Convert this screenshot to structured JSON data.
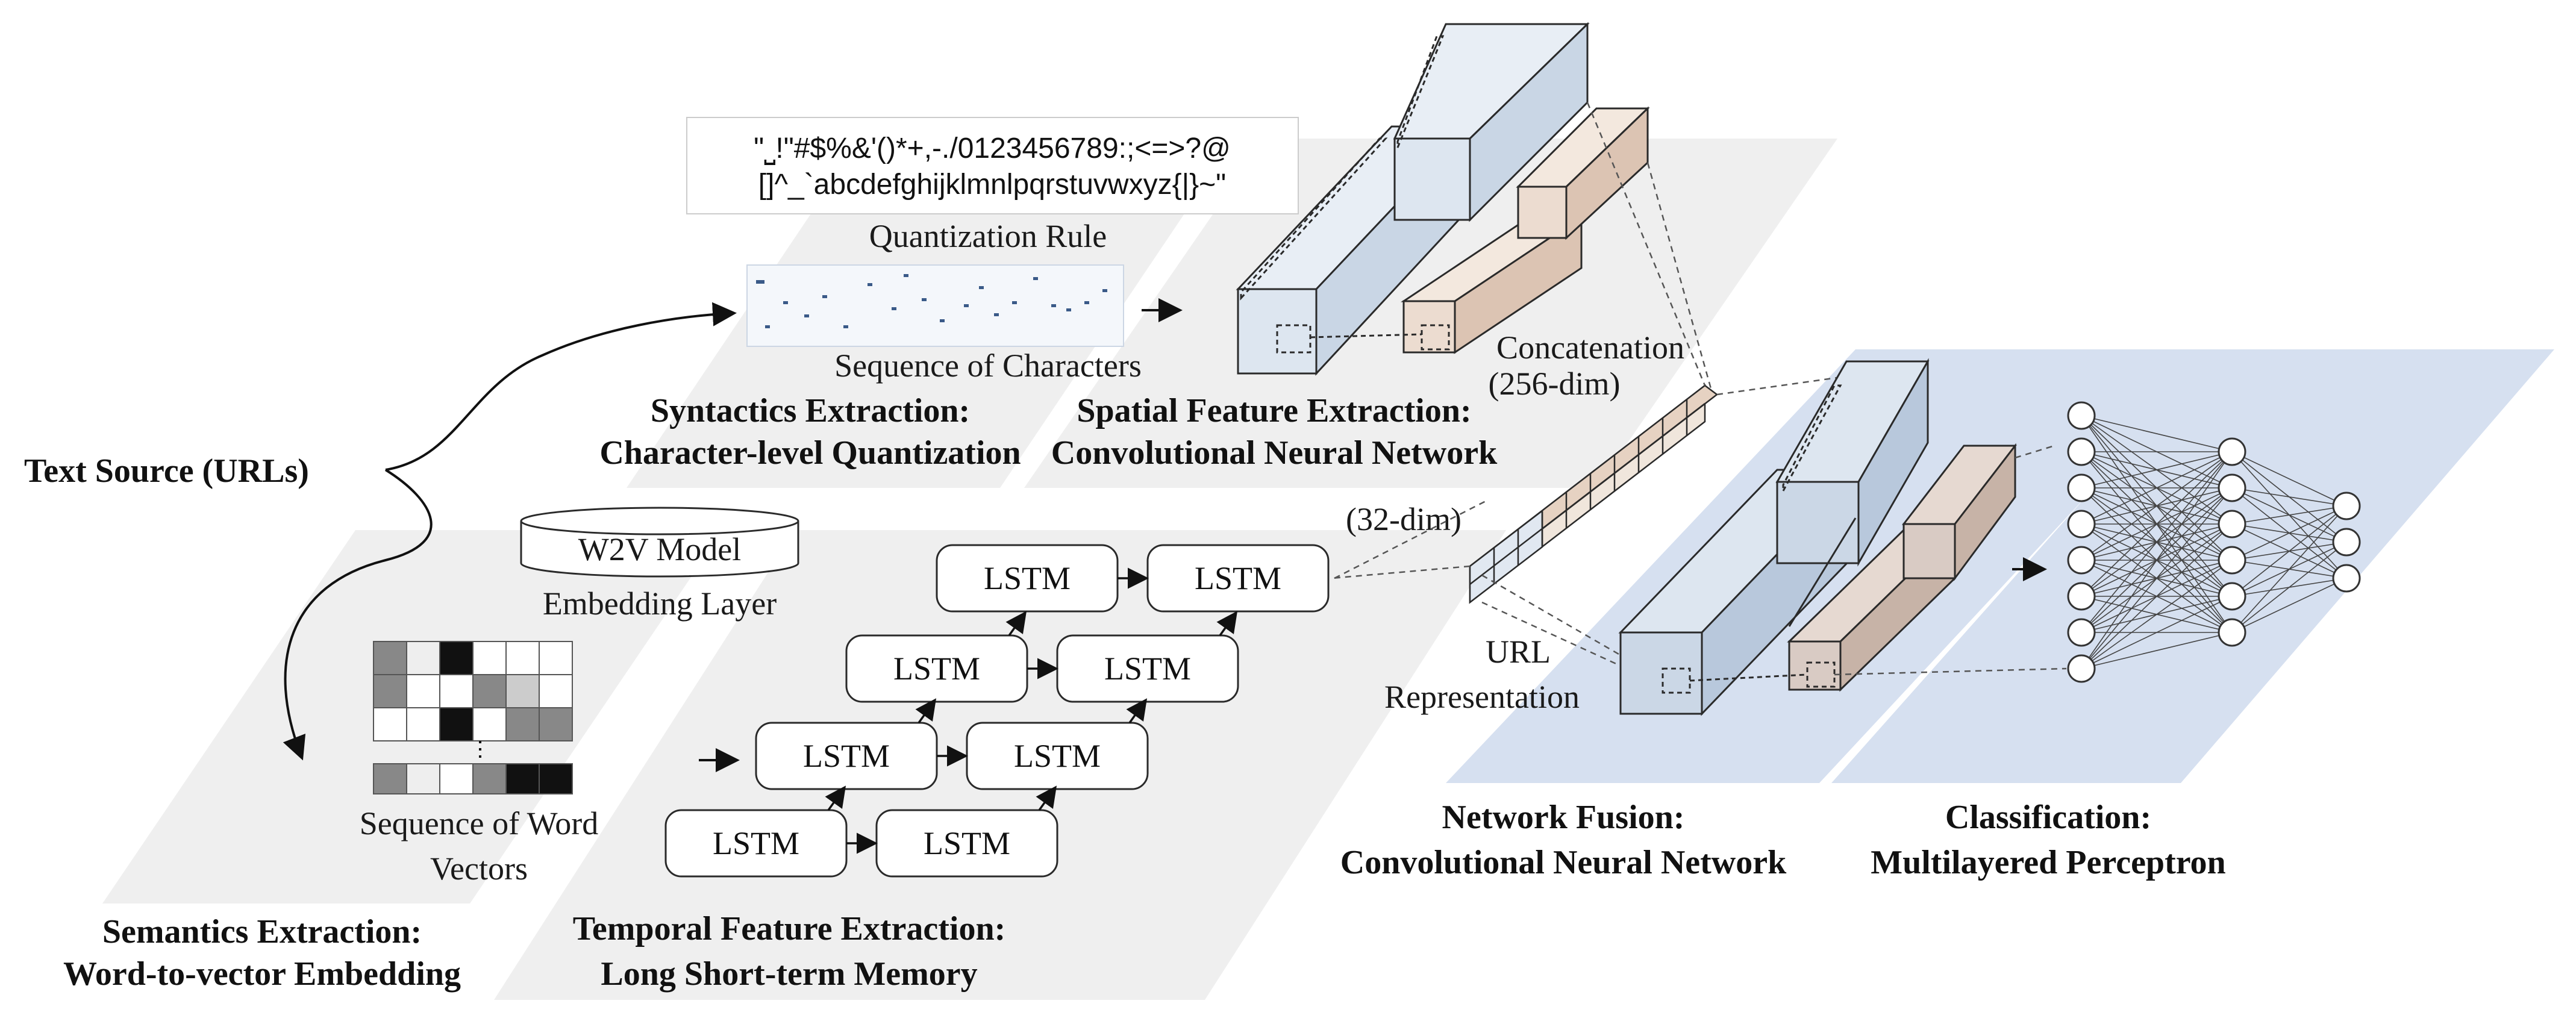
{
  "source_label": "Text Source (URLs)",
  "quantization": {
    "charset_line1": "\"⎵!\"#$%&'()*+,-./0123456789:;<=>?@",
    "charset_line2": "[]^_`abcdefghijklmnlpqrstuvwxyz{|}~\"",
    "rule_label": "Quantization Rule",
    "sequence_label": "Sequence of Characters"
  },
  "syntactics": {
    "title": "Syntactics Extraction:",
    "subtitle": "Character-level Quantization"
  },
  "spatial": {
    "title": "Spatial Feature Extraction:",
    "subtitle": "Convolutional Neural Network"
  },
  "w2v": {
    "model_label": "W2V Model",
    "embedding_label": "Embedding Layer",
    "sequence_label_1": "Sequence of Word",
    "sequence_label_2": "Vectors"
  },
  "semantics": {
    "title": "Semantics Extraction:",
    "subtitle": "Word-to-vector Embedding"
  },
  "temporal": {
    "title": "Temporal Feature Extraction:",
    "subtitle": "Long Short-term Memory",
    "cell_label": "LSTM"
  },
  "representation": {
    "concat_1": "Concatenation",
    "concat_2": "(256-dim)",
    "dim32": "(32-dim)",
    "url_1": "URL",
    "url_2": "Representation"
  },
  "fusion": {
    "title": "Network Fusion:",
    "subtitle": "Convolutional Neural Network"
  },
  "classification": {
    "title": "Classification:",
    "subtitle": "Multilayered Perceptron"
  },
  "colors": {
    "band_gray": "#efefef",
    "band_blue": "#d6e0f0",
    "cube_blue": "#dde6f0",
    "cube_tan": "#ecdcd0",
    "stroke": "#2a2a2a"
  }
}
